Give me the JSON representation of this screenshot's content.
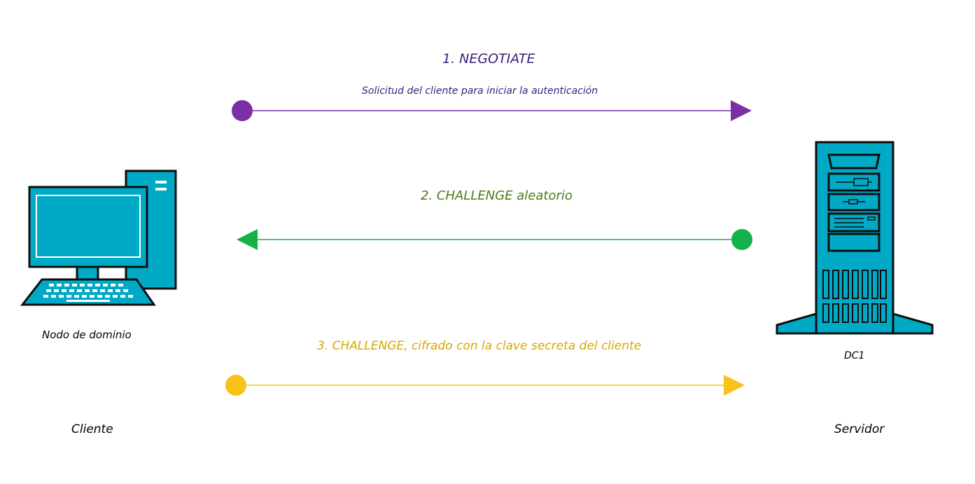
{
  "steps": [
    {
      "title": "1. NEGOTIATE",
      "subtitle": "Solicitud del cliente para iniciar la autenticación",
      "color": "#7b2fa5",
      "title_color": "#3b1f7a",
      "direction": "client-to-server"
    },
    {
      "title": "2. CHALLENGE aleatorio",
      "color": "#17b14a",
      "title_color": "#4e7a1a",
      "direction": "server-to-client"
    },
    {
      "title": "3. CHALLENGE, cifrado con la clave secreta del cliente",
      "color": "#f7c21a",
      "title_color": "#d4a800",
      "direction": "client-to-server"
    }
  ],
  "client": {
    "node_label": "Nodo de dominio",
    "role_label": "Cliente",
    "icon": "desktop-computer-icon"
  },
  "server": {
    "node_label": "DC1",
    "role_label": "Servidor",
    "icon": "server-tower-icon"
  },
  "colors": {
    "device_fill": "#00a9c6",
    "device_stroke": "#0d0d0d"
  }
}
